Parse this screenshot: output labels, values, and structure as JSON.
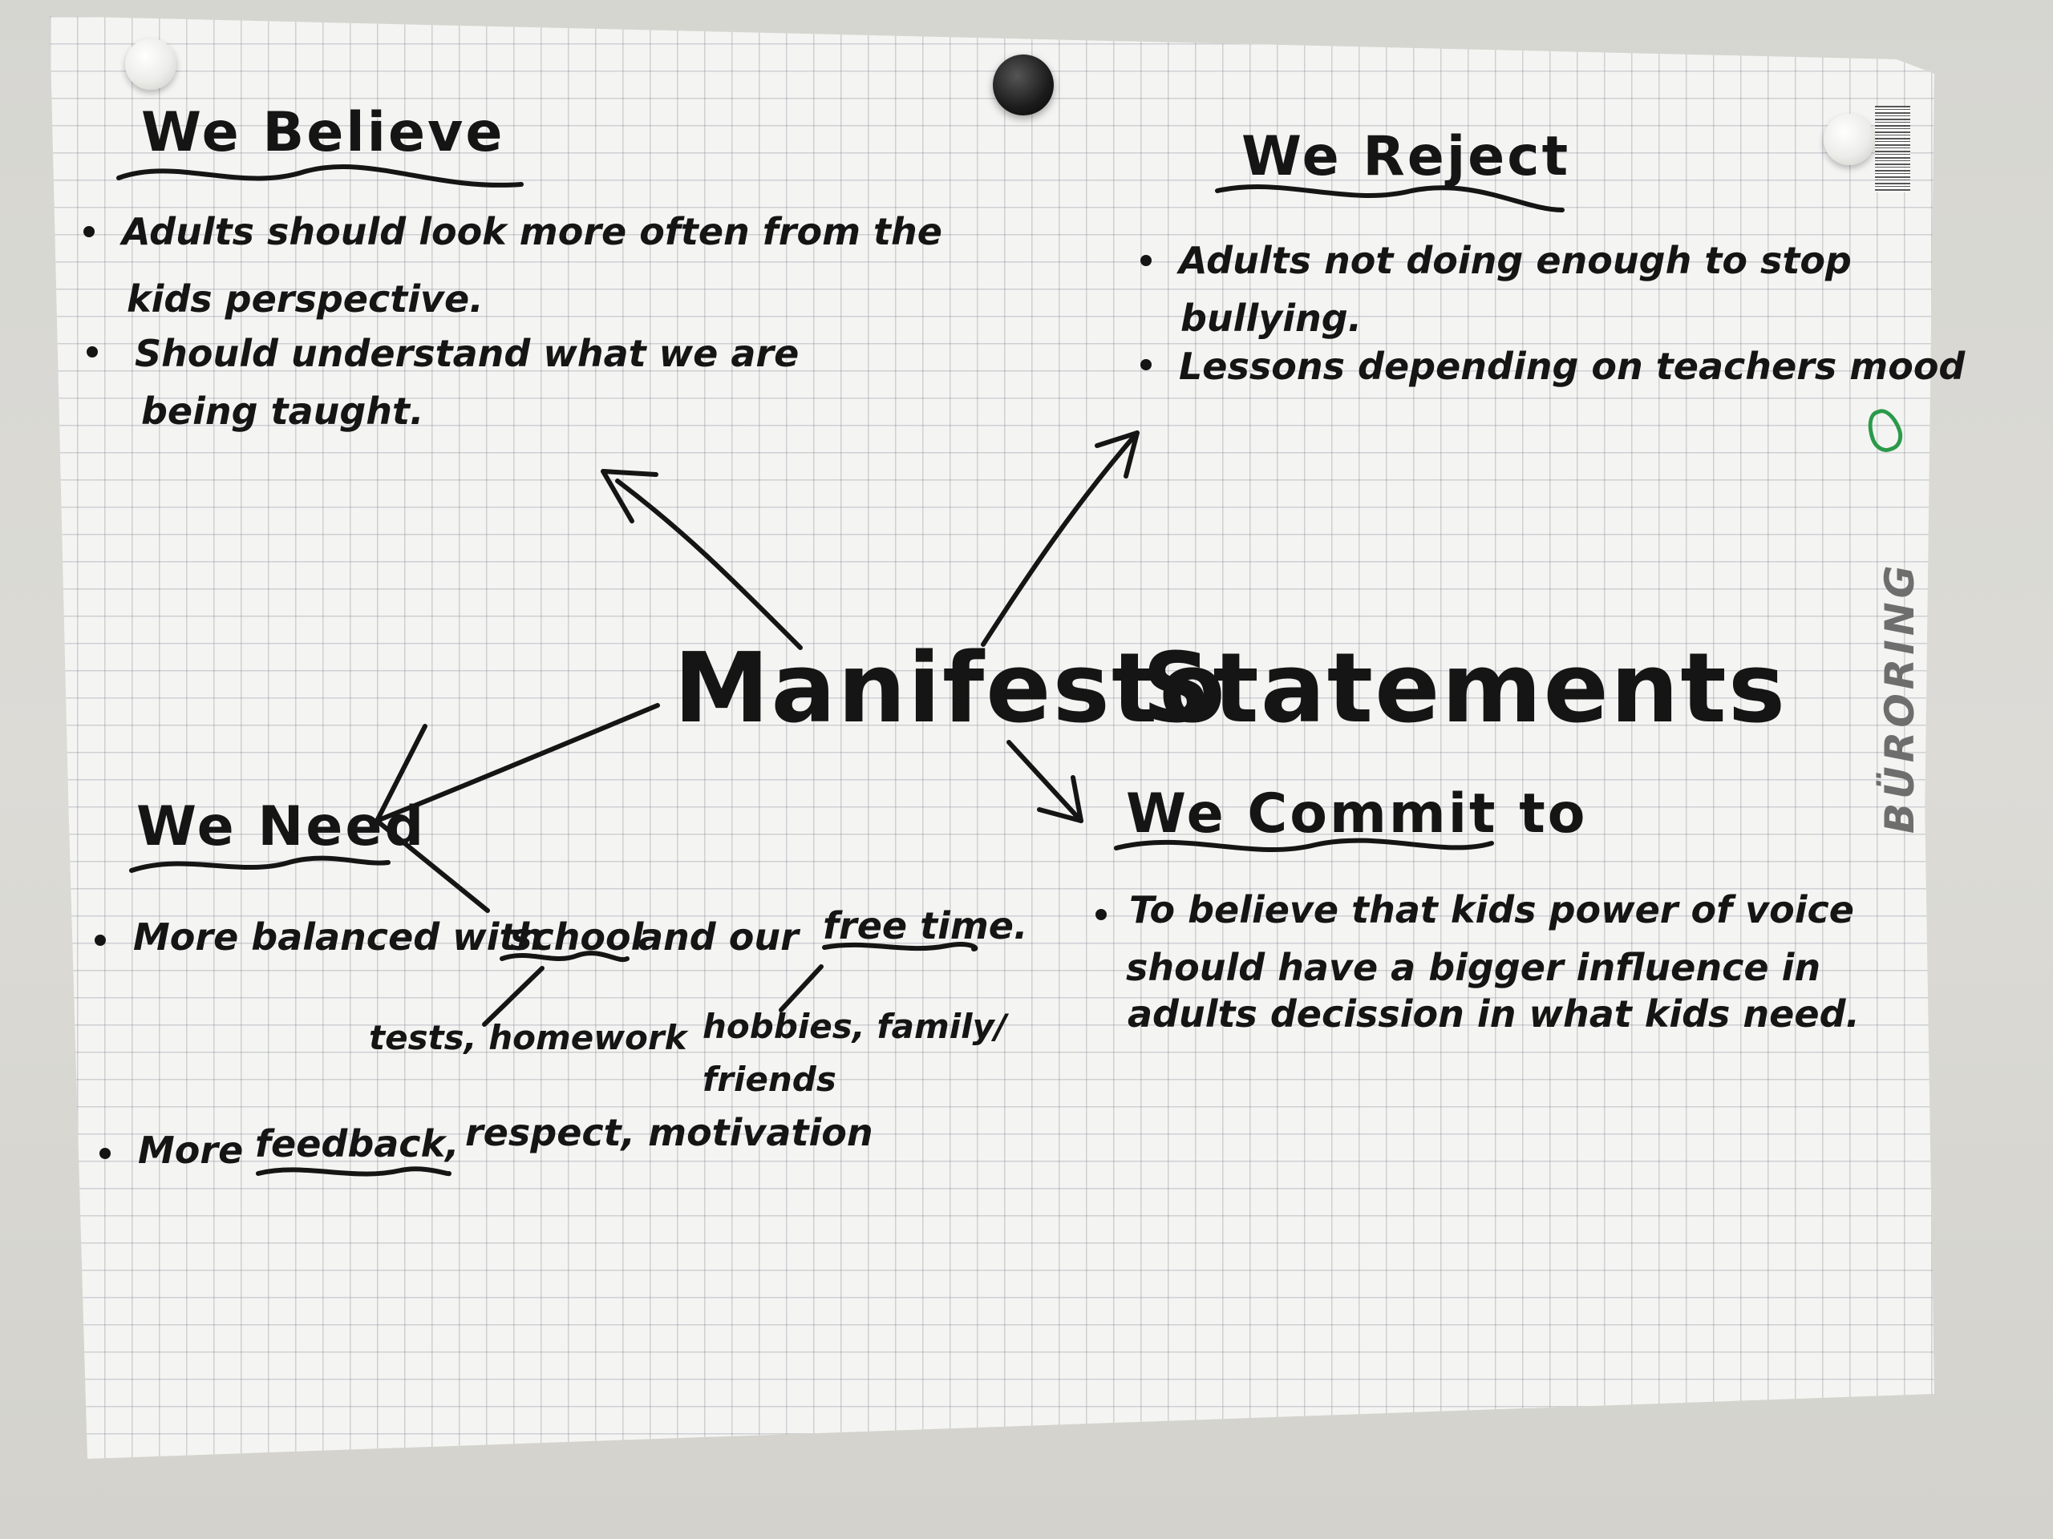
{
  "poster": {
    "title_left": "Manifesto",
    "title_right": "Statements",
    "brand": "BÜRORING",
    "ink_color": "#151515",
    "paper_color": "#f4f4f2",
    "grid_color": "#7d8290"
  },
  "believe": {
    "heading": "We Believe",
    "lines": [
      "Adults should look more often from the",
      "kids perspective.",
      "Should understand what we are",
      "being taught."
    ]
  },
  "reject": {
    "heading": "We Reject",
    "lines": [
      "Adults not doing enough to stop",
      "bullying.",
      "Lessons depending on teachers mood"
    ]
  },
  "need": {
    "heading": "We Need",
    "line1_a": "More balanced with",
    "line1_school": "school",
    "line1_b": "and our",
    "line1_free": "free time.",
    "sub_school": "tests, homework",
    "sub_free_1": "hobbies, family/",
    "sub_free_2": "friends",
    "line2_a": "More",
    "line2_feedback": "feedback,",
    "line2_b": "respect, motivation"
  },
  "commit": {
    "heading": "We Commit to",
    "lines": [
      "To believe that kids power of voice",
      "should have a bigger influence in",
      "adults decission in what kids need."
    ]
  }
}
